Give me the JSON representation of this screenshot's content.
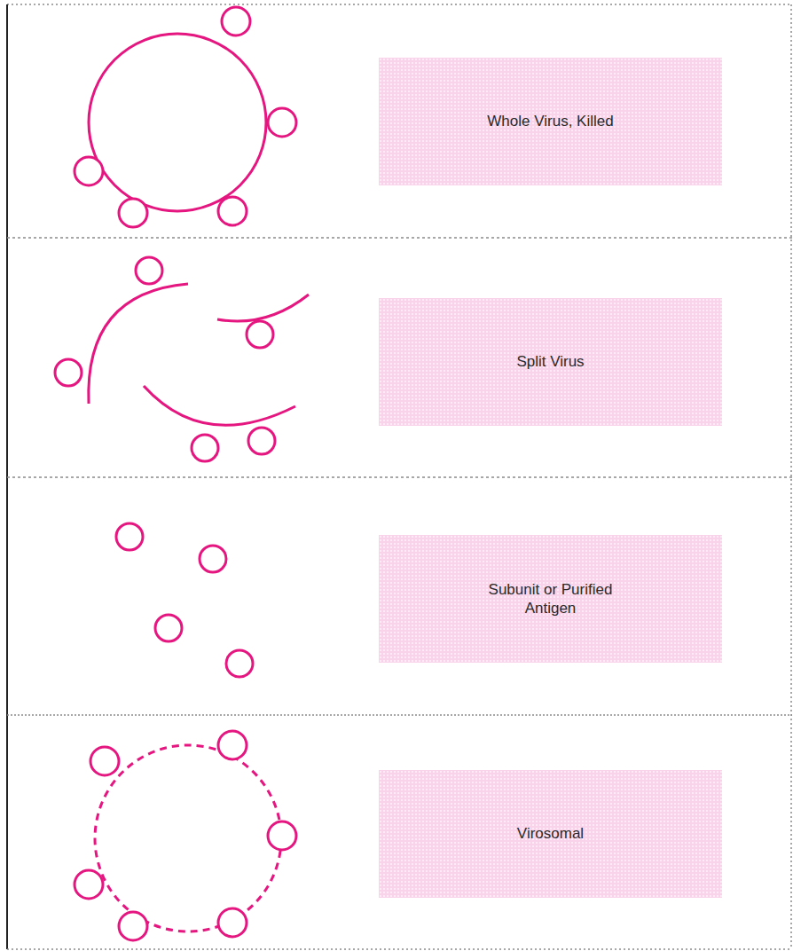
{
  "diagram": {
    "nodes": [
      {
        "text": [
          "Whole Virus, Killed"
        ]
      },
      {
        "text": [
          "Split Virus"
        ]
      },
      {
        "text": [
          "Subunit or Purified Antigen"
        ]
      },
      {
        "text": [
          "Virosomal"
        ]
      }
    ]
  }
}
